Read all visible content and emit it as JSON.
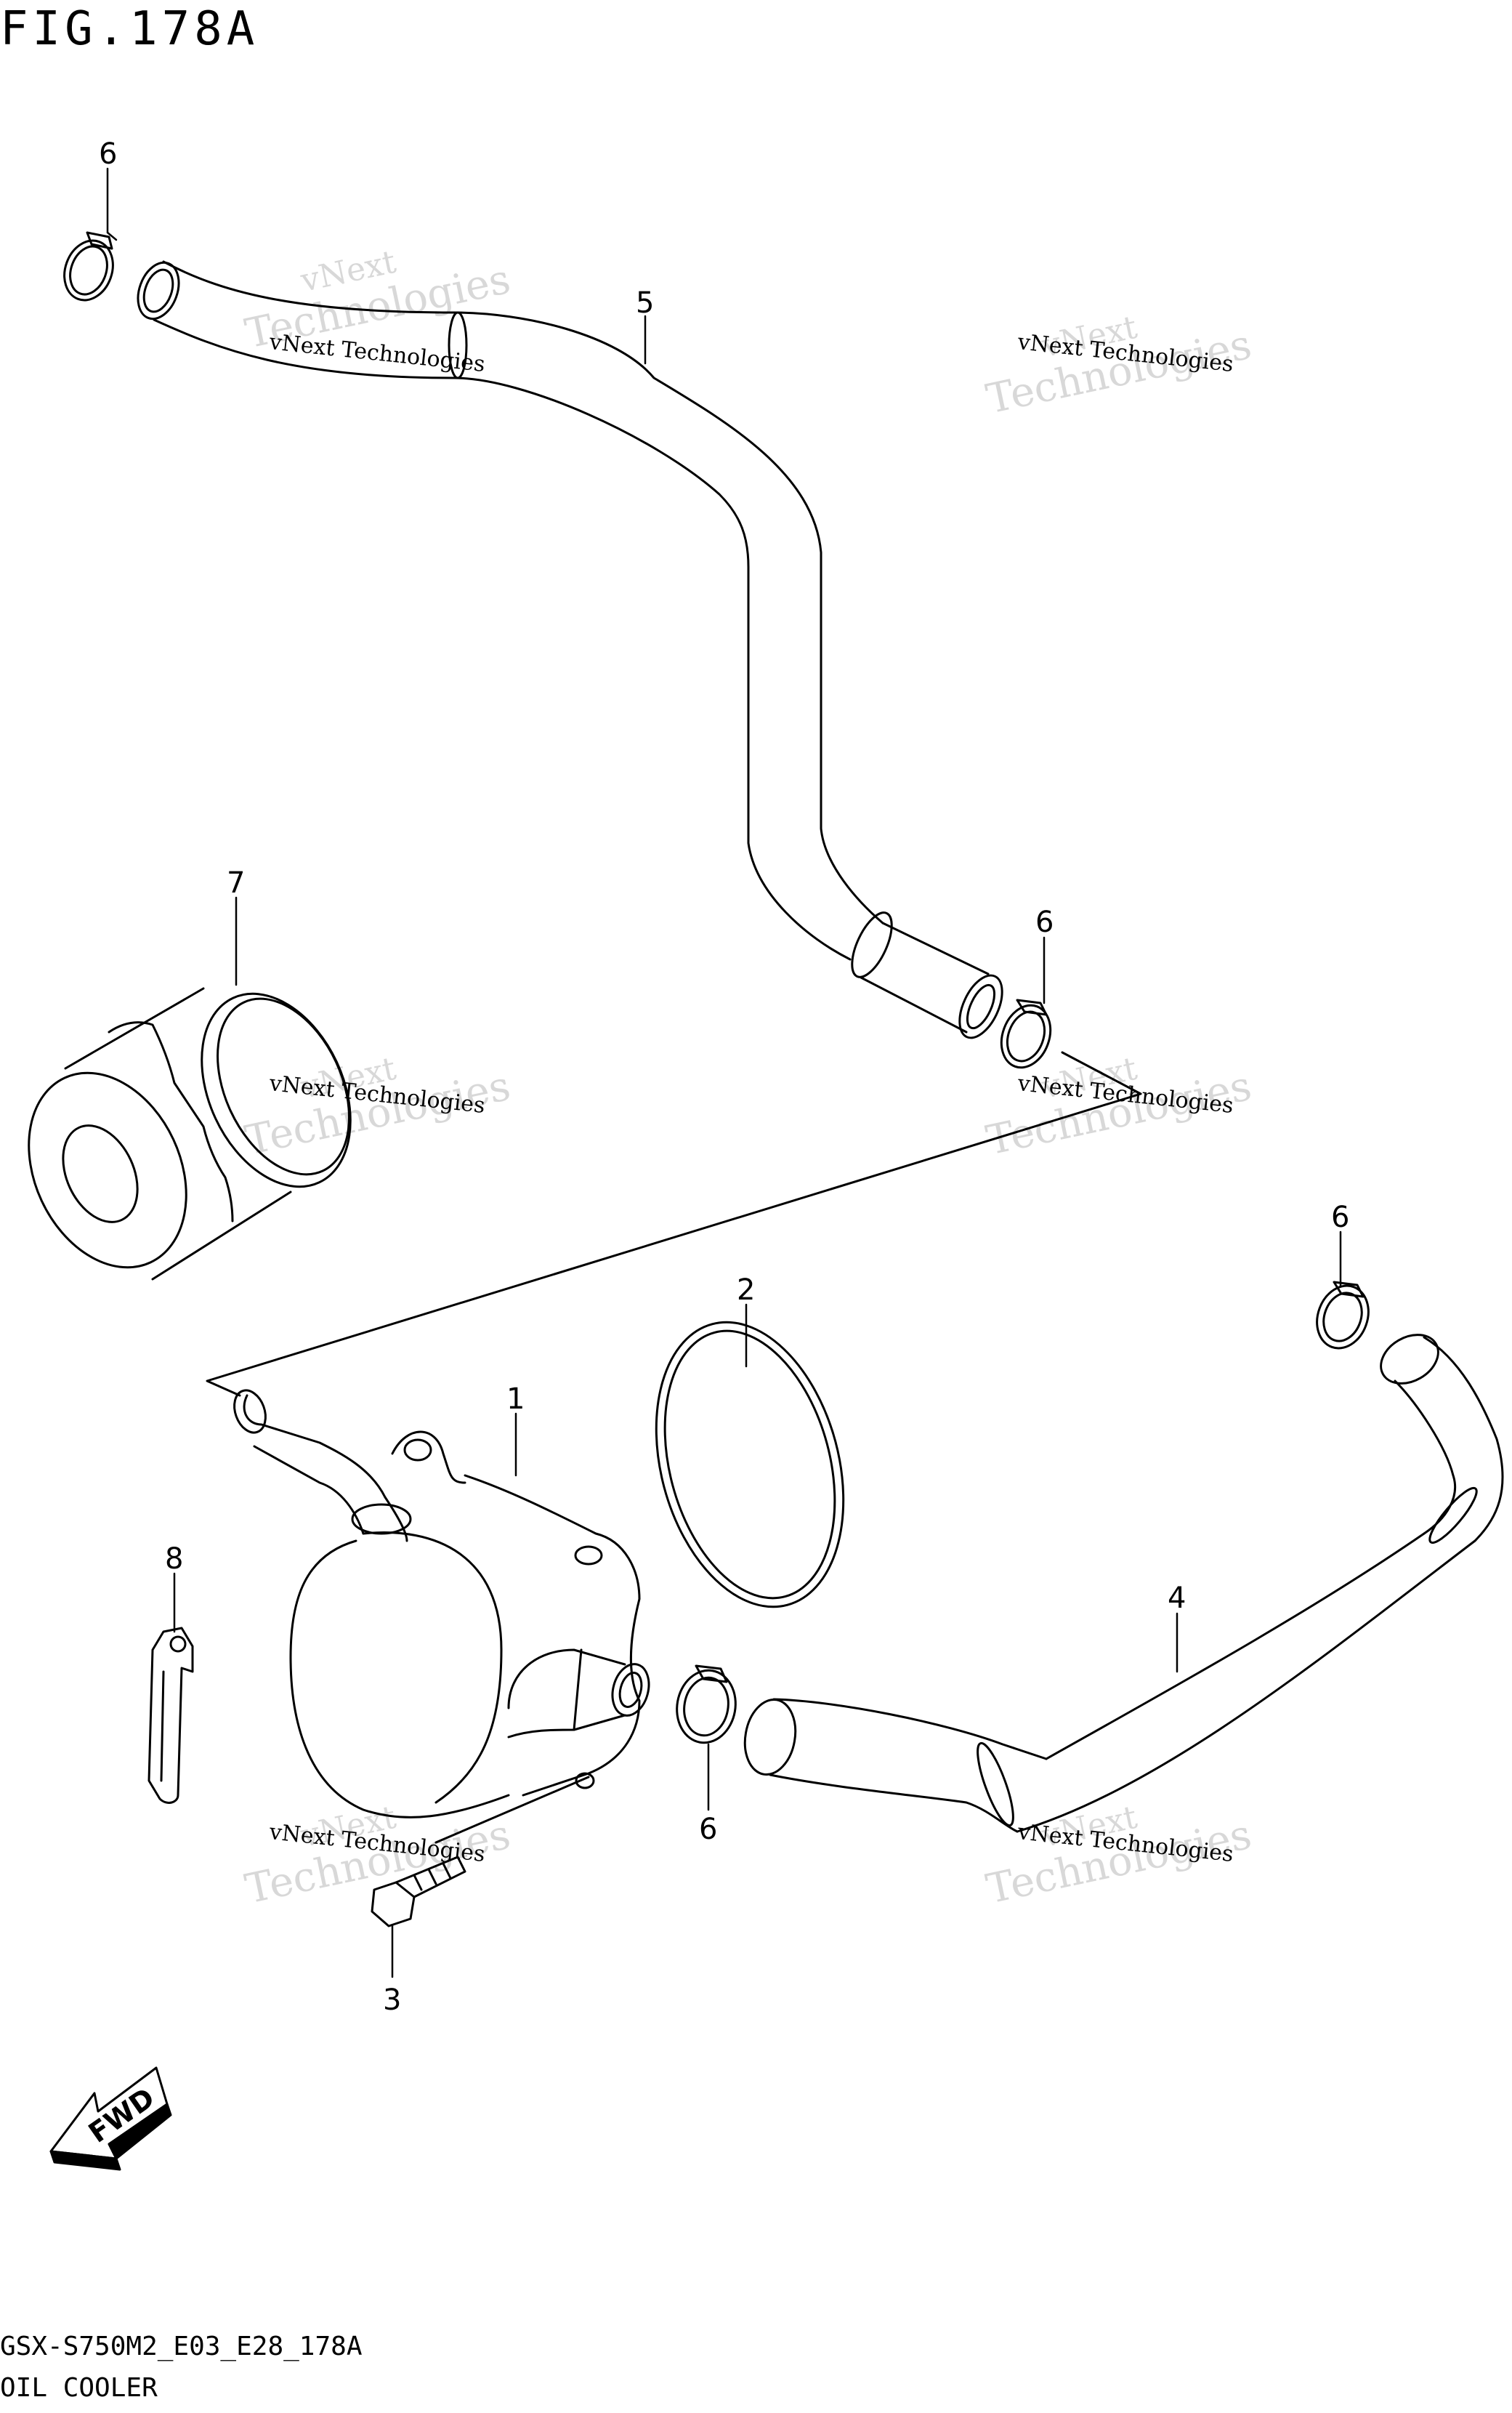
{
  "figure": {
    "title": "FIG.178A",
    "model_code": "GSX-S750M2_E03_E28_178A",
    "section_title": "OIL COOLER"
  },
  "callouts": [
    {
      "id": "c1",
      "label": "1"
    },
    {
      "id": "c2",
      "label": "2"
    },
    {
      "id": "c3",
      "label": "3"
    },
    {
      "id": "c4",
      "label": "4"
    },
    {
      "id": "c5",
      "label": "5"
    },
    {
      "id": "c6a",
      "label": "6"
    },
    {
      "id": "c6b",
      "label": "6"
    },
    {
      "id": "c6c",
      "label": "6"
    },
    {
      "id": "c6d",
      "label": "6"
    },
    {
      "id": "c7",
      "label": "7"
    },
    {
      "id": "c8",
      "label": "8"
    }
  ],
  "fwd_arrow": {
    "label": "FWD"
  },
  "watermark": {
    "line1": "vNext Technologies",
    "line2": "vNext",
    "line3": "Technologies"
  },
  "colors": {
    "ink": "#000000",
    "watermark": "#cfcfcf",
    "background": "#ffffff"
  }
}
